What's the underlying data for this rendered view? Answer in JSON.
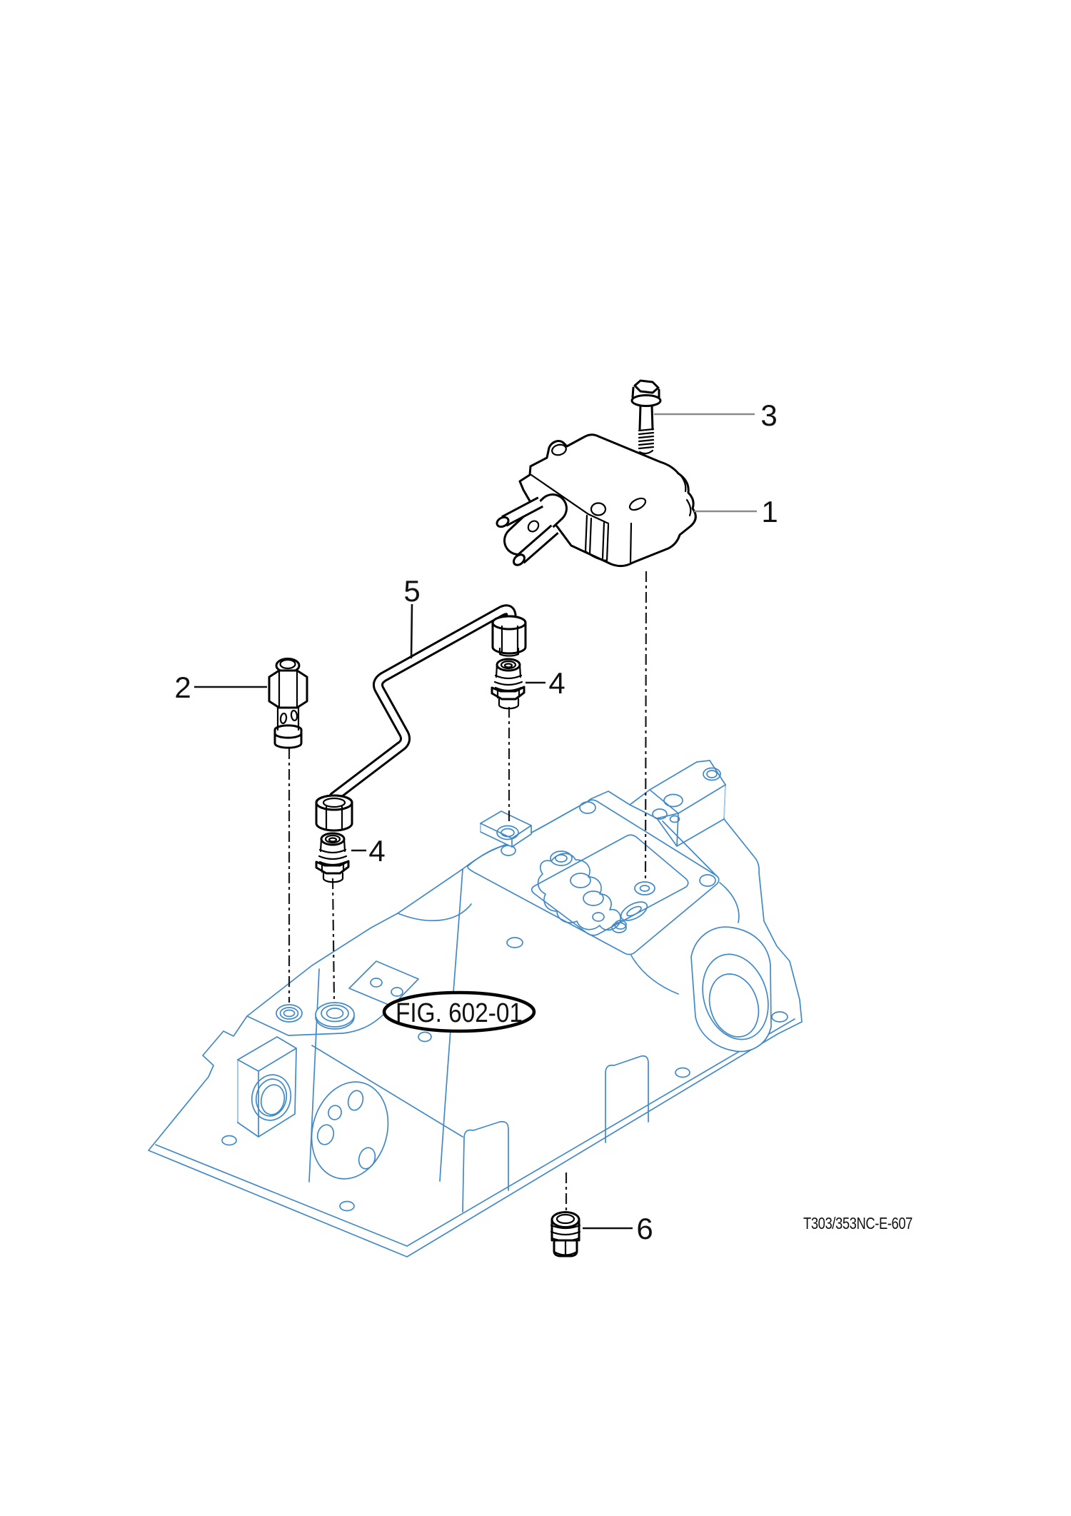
{
  "figure": {
    "fig_label": "FIG. 602-01",
    "drawing_code": "T303/353NC-E-607"
  },
  "callouts": {
    "c1": "1",
    "c2": "2",
    "c3": "3",
    "c4_right": "4",
    "c4_left": "4",
    "c5": "5",
    "c6": "6"
  },
  "colors": {
    "housing_line": "#4189c7",
    "housing_accent": "#aacfe8",
    "part_line": "#000000",
    "leader_gray": "#8a8a8a",
    "background": "#ffffff"
  }
}
